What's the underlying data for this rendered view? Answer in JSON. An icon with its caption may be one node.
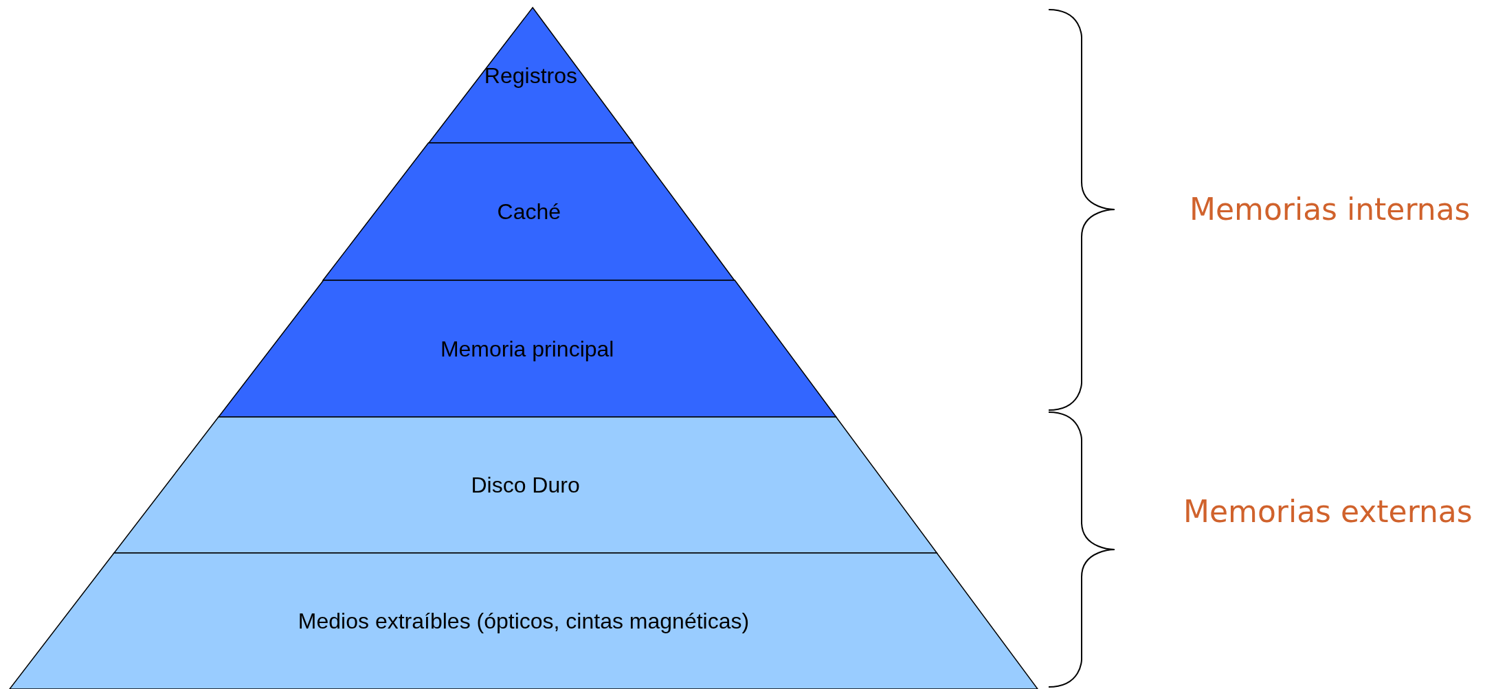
{
  "diagram": {
    "nodes": [
      {
        "text": [
          "Registros"
        ]
      },
      {
        "text": [
          "Caché"
        ]
      },
      {
        "text": [
          "Memoria principal"
        ]
      },
      {
        "text": [
          "Disco Duro"
        ]
      },
      {
        "text": [
          "Medios extraíbles (ópticos, cintas magnéticas)"
        ]
      }
    ],
    "edges": [],
    "labels": [
      "Memorias internas",
      "Memorias externas"
    ]
  }
}
